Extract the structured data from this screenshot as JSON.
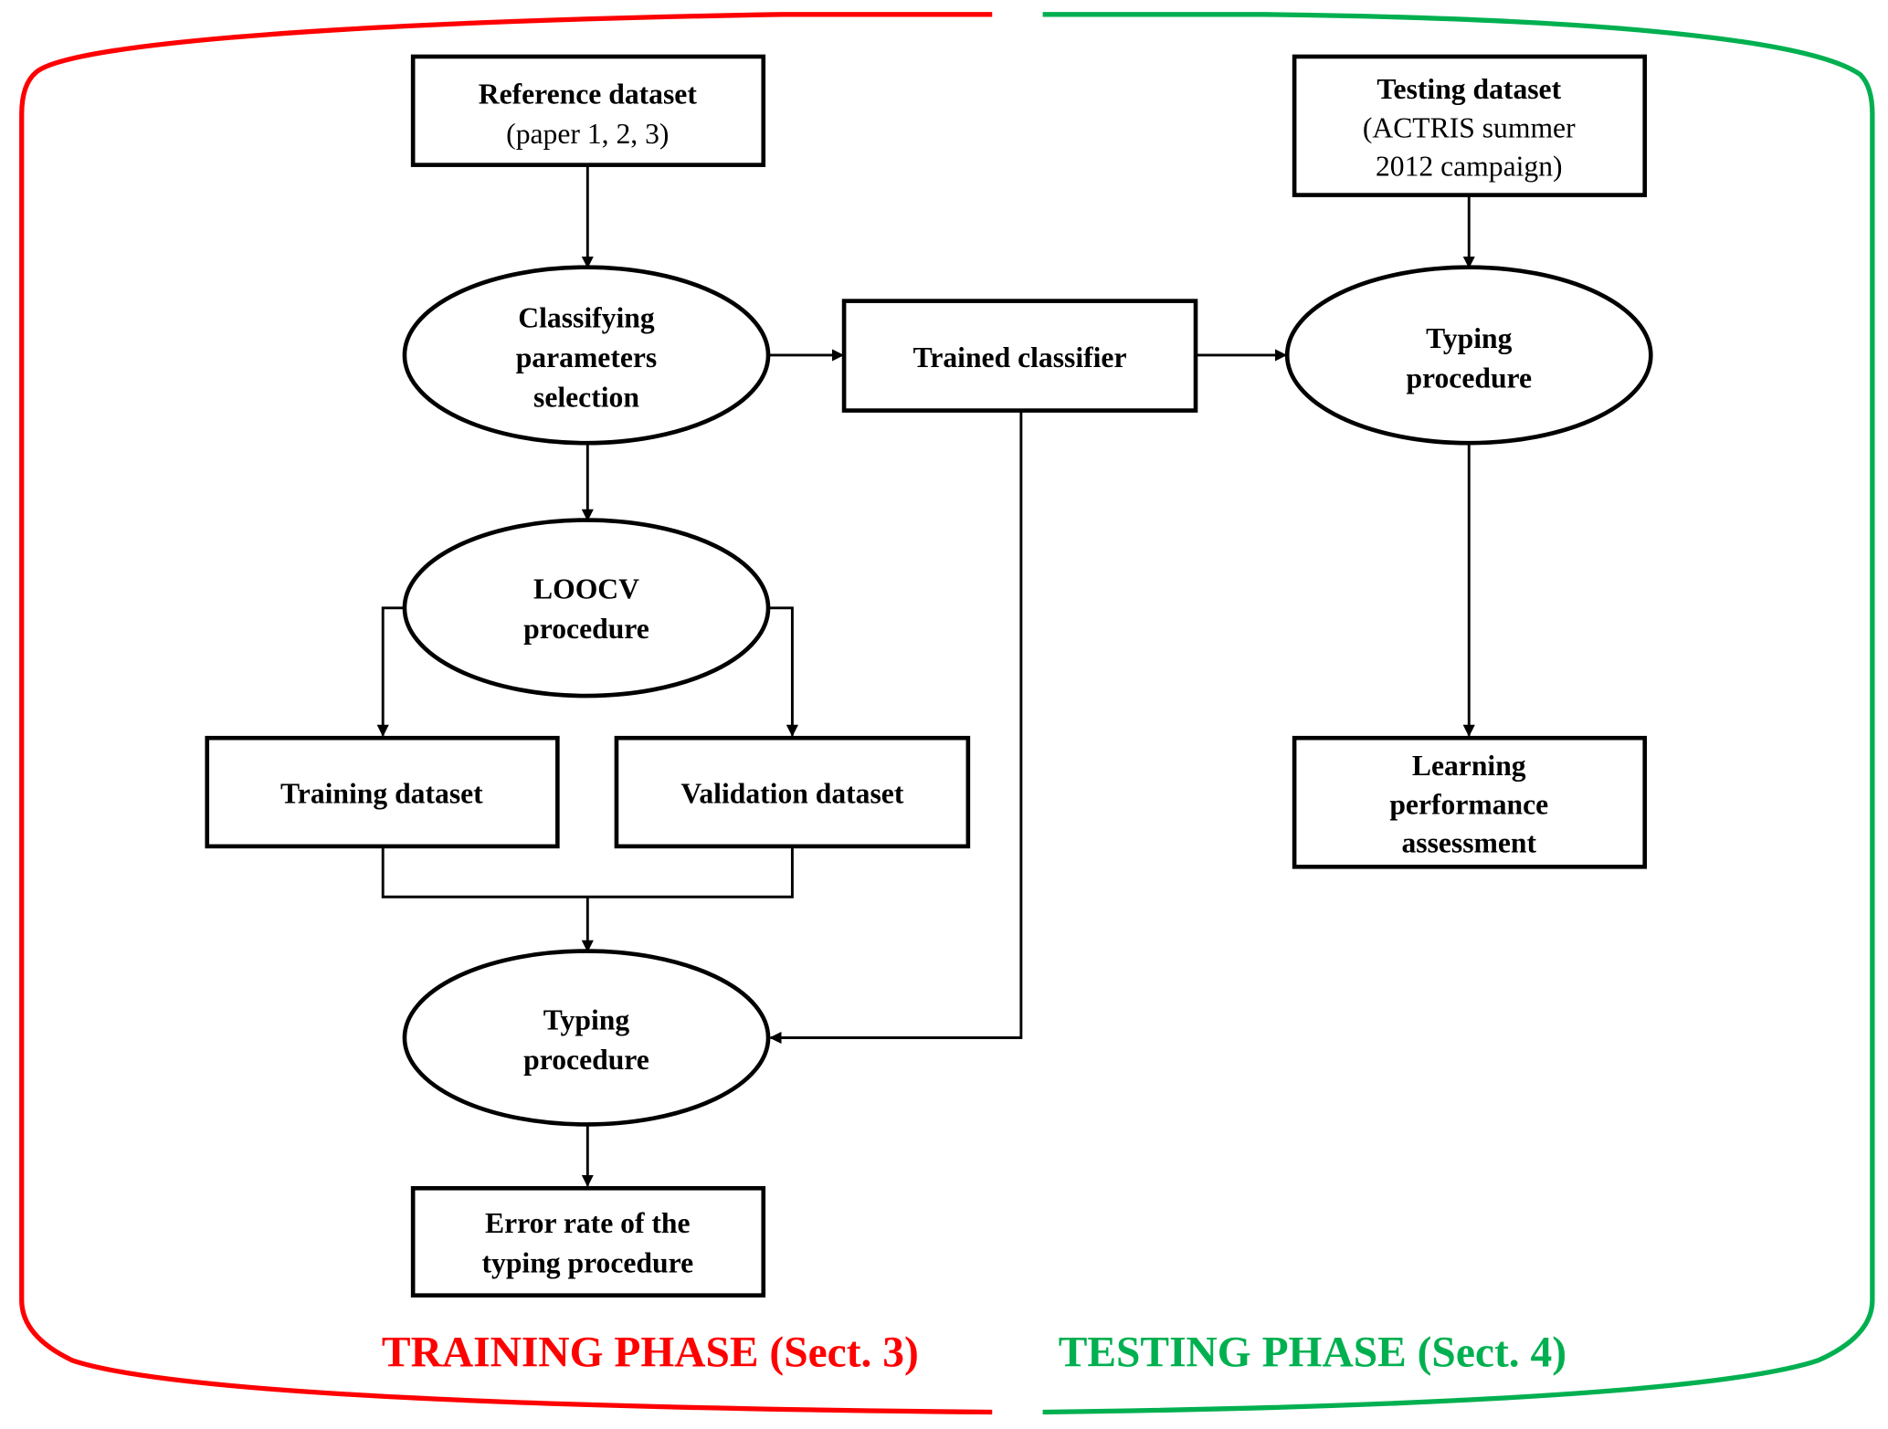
{
  "colors": {
    "training": "#ff0000",
    "testing": "#00b050",
    "stroke": "#000000"
  },
  "phases": {
    "training": "TRAINING PHASE (Sect. 3)",
    "testing": "TESTING PHASE (Sect. 4)"
  },
  "nodes": {
    "reference": {
      "line1": "Reference dataset",
      "line2": "(paper 1, 2, 3)"
    },
    "classifying": {
      "line1": "Classifying",
      "line2": "parameters",
      "line3": "selection"
    },
    "trained": {
      "line1": "Trained classifier"
    },
    "loocv": {
      "line1": "LOOCV",
      "line2": "procedure"
    },
    "training_ds": {
      "line1": "Training dataset"
    },
    "validation_ds": {
      "line1": "Validation dataset"
    },
    "typing_train": {
      "line1": "Typing",
      "line2": "procedure"
    },
    "error_rate": {
      "line1": "Error rate of the",
      "line2": "typing procedure"
    },
    "testing_ds": {
      "line1": "Testing dataset",
      "line2": "(ACTRIS summer",
      "line3": "2012 campaign)"
    },
    "typing_test": {
      "line1": "Typing",
      "line2": "procedure"
    },
    "learning": {
      "line1": "Learning",
      "line2": "performance",
      "line3": "assessment"
    }
  }
}
